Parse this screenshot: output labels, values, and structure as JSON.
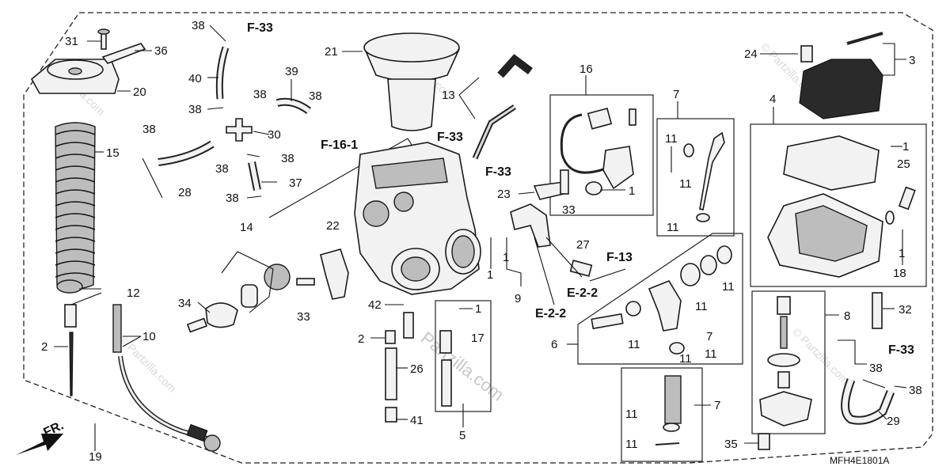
{
  "diagram_code": "MFH4E1801A",
  "front_marker": "FR.",
  "watermark": "Partzilla.com",
  "watermark_small": "© Partzilla.com",
  "refs": [
    "F-33",
    "F-16-1",
    "F-33",
    "F-33",
    "F-13",
    "E-2-2",
    "E-2-2",
    "F-33"
  ],
  "labels": [
    {
      "t": "31"
    },
    {
      "t": "36"
    },
    {
      "t": "20"
    },
    {
      "t": "15"
    },
    {
      "t": "12"
    },
    {
      "t": "10"
    },
    {
      "t": "2"
    },
    {
      "t": "19"
    },
    {
      "t": "38"
    },
    {
      "t": "40"
    },
    {
      "t": "38"
    },
    {
      "t": "38"
    },
    {
      "t": "30"
    },
    {
      "t": "39"
    },
    {
      "t": "38"
    },
    {
      "t": "38"
    },
    {
      "t": "28"
    },
    {
      "t": "38"
    },
    {
      "t": "38"
    },
    {
      "t": "37"
    },
    {
      "t": "38"
    },
    {
      "t": "21"
    },
    {
      "t": "13"
    },
    {
      "t": "14"
    },
    {
      "t": "22"
    },
    {
      "t": "34"
    },
    {
      "t": "33"
    },
    {
      "t": "42"
    },
    {
      "t": "2"
    },
    {
      "t": "26"
    },
    {
      "t": "41"
    },
    {
      "t": "1"
    },
    {
      "t": "17"
    },
    {
      "t": "5"
    },
    {
      "t": "1"
    },
    {
      "t": "1"
    },
    {
      "t": "9"
    },
    {
      "t": "27"
    },
    {
      "t": "23"
    },
    {
      "t": "33"
    },
    {
      "t": "16"
    },
    {
      "t": "1"
    },
    {
      "t": "7"
    },
    {
      "t": "11"
    },
    {
      "t": "11"
    },
    {
      "t": "11"
    },
    {
      "t": "24"
    },
    {
      "t": "3"
    },
    {
      "t": "4"
    },
    {
      "t": "1"
    },
    {
      "t": "25"
    },
    {
      "t": "1"
    },
    {
      "t": "18"
    },
    {
      "t": "32"
    },
    {
      "t": "11"
    },
    {
      "t": "11"
    },
    {
      "t": "11"
    },
    {
      "t": "7"
    },
    {
      "t": "11"
    },
    {
      "t": "6"
    },
    {
      "t": "11"
    },
    {
      "t": "8"
    },
    {
      "t": "38"
    },
    {
      "t": "38"
    },
    {
      "t": "29"
    },
    {
      "t": "7"
    },
    {
      "t": "11"
    },
    {
      "t": "11"
    },
    {
      "t": "35"
    }
  ],
  "colors": {
    "ink": "#111111",
    "watermark": "#c8c8c8",
    "background": "#ffffff"
  }
}
